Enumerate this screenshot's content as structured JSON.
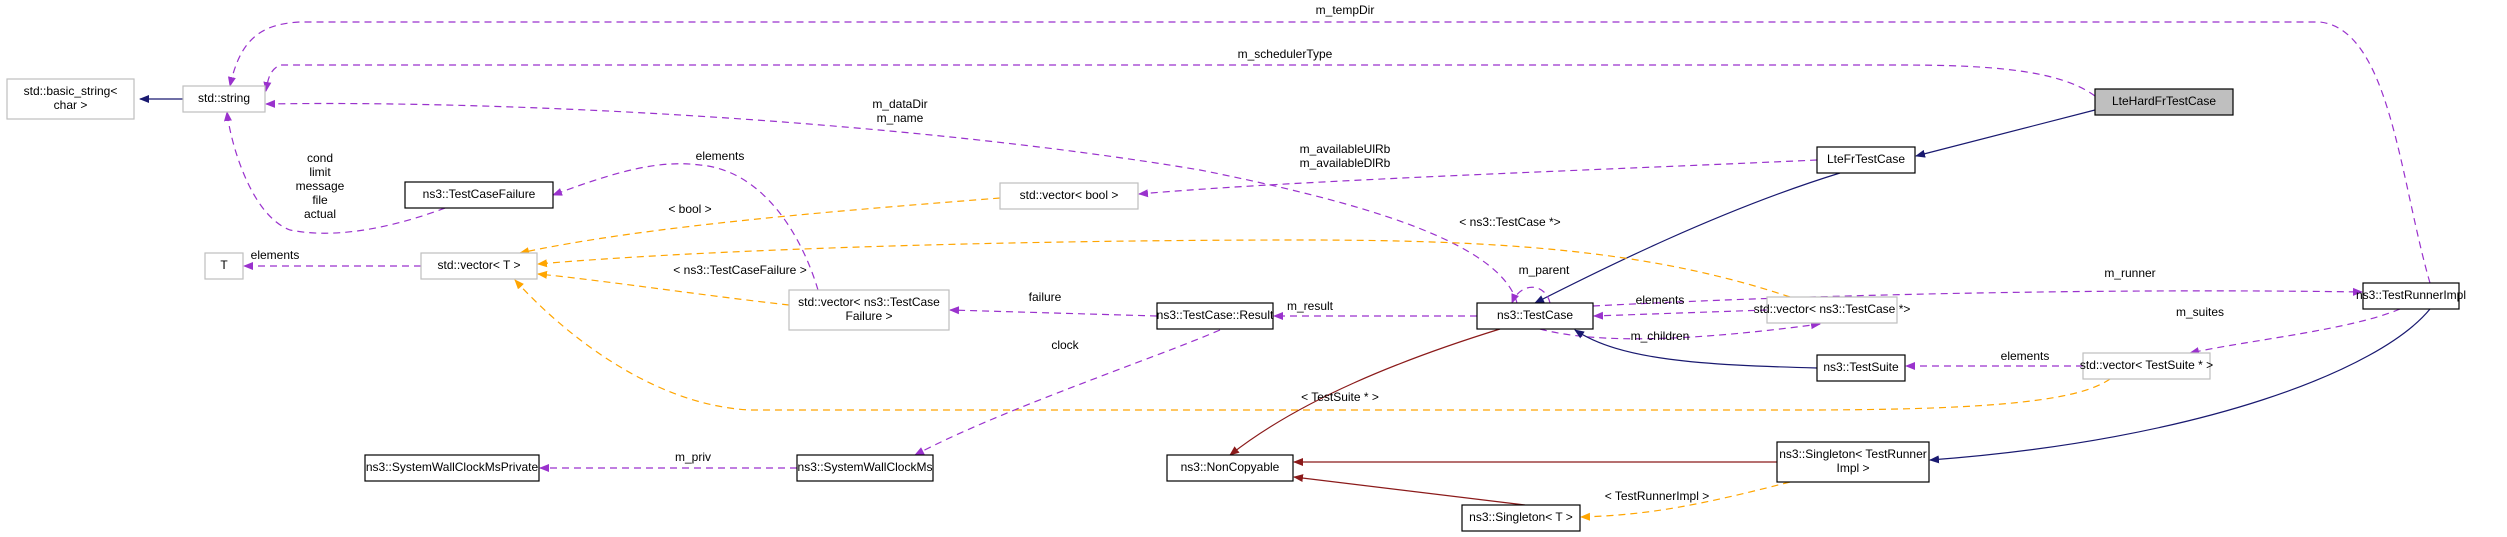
{
  "title": "LteHardFrTestCase collaboration diagram",
  "colors": {
    "inheritance": "#191970",
    "private_inheritance": "#8b1a1a",
    "usage": "#9a32cd",
    "template": "#ffa500",
    "focus_fill": "#bfbfbf",
    "documented_border": "#000000",
    "undocumented_border": "#bfbfbf"
  },
  "nodes": [
    {
      "id": "basic_string",
      "label": [
        "std::basic_string<",
        "char >"
      ],
      "documented": false
    },
    {
      "id": "string",
      "label": [
        "std::string"
      ],
      "documented": false
    },
    {
      "id": "lte_hard",
      "label": [
        "LteHardFrTestCase"
      ],
      "documented": true,
      "focus": true
    },
    {
      "id": "lte_fr",
      "label": [
        "LteFrTestCase"
      ],
      "documented": true
    },
    {
      "id": "tcfailure",
      "label": [
        "ns3::TestCaseFailure"
      ],
      "documented": true
    },
    {
      "id": "vec_bool",
      "label": [
        "std::vector< bool >"
      ],
      "documented": false
    },
    {
      "id": "T",
      "label": [
        "T"
      ],
      "documented": false
    },
    {
      "id": "vec_T",
      "label": [
        "std::vector< T >"
      ],
      "documented": false
    },
    {
      "id": "vec_tcf",
      "label": [
        "std::vector< ns3::TestCase",
        "Failure >"
      ],
      "documented": false
    },
    {
      "id": "result",
      "label": [
        "ns3::TestCase::Result"
      ],
      "documented": true
    },
    {
      "id": "testcase",
      "label": [
        "ns3::TestCase"
      ],
      "documented": true
    },
    {
      "id": "vec_tcp",
      "label": [
        "std::vector< ns3::TestCase *>"
      ],
      "documented": false
    },
    {
      "id": "runner",
      "label": [
        "ns3::TestRunnerImpl"
      ],
      "documented": true
    },
    {
      "id": "suite",
      "label": [
        "ns3::TestSuite"
      ],
      "documented": true
    },
    {
      "id": "vec_ts",
      "label": [
        "std::vector< TestSuite * >"
      ],
      "documented": false
    },
    {
      "id": "swcp",
      "label": [
        "ns3::SystemWallClockMsPrivate"
      ],
      "documented": true
    },
    {
      "id": "swc",
      "label": [
        "ns3::SystemWallClockMs"
      ],
      "documented": true
    },
    {
      "id": "noncopy",
      "label": [
        "ns3::NonCopyable"
      ],
      "documented": true
    },
    {
      "id": "singleton_tr",
      "label": [
        "ns3::Singleton< TestRunner",
        "Impl >"
      ],
      "documented": true
    },
    {
      "id": "singleton_T",
      "label": [
        "ns3::Singleton< T >"
      ],
      "documented": true
    }
  ],
  "edges": [
    {
      "from": "string",
      "to": "basic_string",
      "kind": "inheritance",
      "label": []
    },
    {
      "from": "runner",
      "to": "string",
      "kind": "usage",
      "label": [
        "m_tempDir"
      ]
    },
    {
      "from": "lte_hard",
      "to": "string",
      "kind": "usage",
      "label": [
        "m_schedulerType"
      ]
    },
    {
      "from": "testcase",
      "to": "string",
      "kind": "usage",
      "label": [
        "m_dataDir",
        "m_name"
      ]
    },
    {
      "from": "tcfailure",
      "to": "string",
      "kind": "usage",
      "label": [
        "cond",
        "limit",
        "message",
        "file",
        "actual"
      ]
    },
    {
      "from": "lte_hard",
      "to": "lte_fr",
      "kind": "inheritance",
      "label": []
    },
    {
      "from": "lte_fr",
      "to": "vec_bool",
      "kind": "usage",
      "label": [
        "m_availableUlRb",
        "m_availableDlRb"
      ]
    },
    {
      "from": "lte_fr",
      "to": "testcase",
      "kind": "inheritance",
      "label": []
    },
    {
      "from": "vec_tcf",
      "to": "tcfailure",
      "kind": "usage",
      "label": [
        "elements"
      ]
    },
    {
      "from": "vec_bool",
      "to": "vec_T",
      "kind": "template",
      "label": [
        "< bool >"
      ]
    },
    {
      "from": "vec_tcp",
      "to": "vec_T",
      "kind": "template",
      "label": [
        "< ns3::TestCase *>"
      ]
    },
    {
      "from": "vec_tcf",
      "to": "vec_T",
      "kind": "template",
      "label": [
        "< ns3::TestCaseFailure >"
      ]
    },
    {
      "from": "vec_ts",
      "to": "vec_T",
      "kind": "template",
      "label": [
        "< TestSuite * >"
      ]
    },
    {
      "from": "vec_T",
      "to": "T",
      "kind": "usage",
      "label": [
        "elements"
      ]
    },
    {
      "from": "result",
      "to": "vec_tcf",
      "kind": "usage",
      "label": [
        "failure"
      ]
    },
    {
      "from": "result",
      "to": "swc",
      "kind": "usage",
      "label": [
        "clock"
      ]
    },
    {
      "from": "testcase",
      "to": "result",
      "kind": "usage",
      "label": [
        "m_result"
      ]
    },
    {
      "from": "testcase",
      "to": "testcase",
      "kind": "usage",
      "label": [
        "m_parent"
      ]
    },
    {
      "from": "vec_tcp",
      "to": "testcase",
      "kind": "usage",
      "label": [
        "elements"
      ]
    },
    {
      "from": "testcase",
      "to": "vec_tcp",
      "kind": "usage",
      "label": [
        "m_children"
      ]
    },
    {
      "from": "testcase",
      "to": "runner",
      "kind": "usage",
      "label": [
        "m_runner"
      ]
    },
    {
      "from": "testcase",
      "to": "noncopy",
      "kind": "private_inheritance",
      "label": []
    },
    {
      "from": "suite",
      "to": "testcase",
      "kind": "inheritance",
      "label": []
    },
    {
      "from": "vec_ts",
      "to": "suite",
      "kind": "usage",
      "label": [
        "elements"
      ]
    },
    {
      "from": "runner",
      "to": "vec_ts",
      "kind": "usage",
      "label": [
        "m_suites"
      ]
    },
    {
      "from": "runner",
      "to": "singleton_tr",
      "kind": "inheritance",
      "label": []
    },
    {
      "from": "swc",
      "to": "swcp",
      "kind": "usage",
      "label": [
        "m_priv"
      ]
    },
    {
      "from": "singleton_tr",
      "to": "noncopy",
      "kind": "private_inheritance",
      "label": []
    },
    {
      "from": "singleton_T",
      "to": "noncopy",
      "kind": "private_inheritance",
      "label": []
    },
    {
      "from": "singleton_tr",
      "to": "singleton_T",
      "kind": "template",
      "label": [
        "< TestRunnerImpl >"
      ]
    }
  ]
}
